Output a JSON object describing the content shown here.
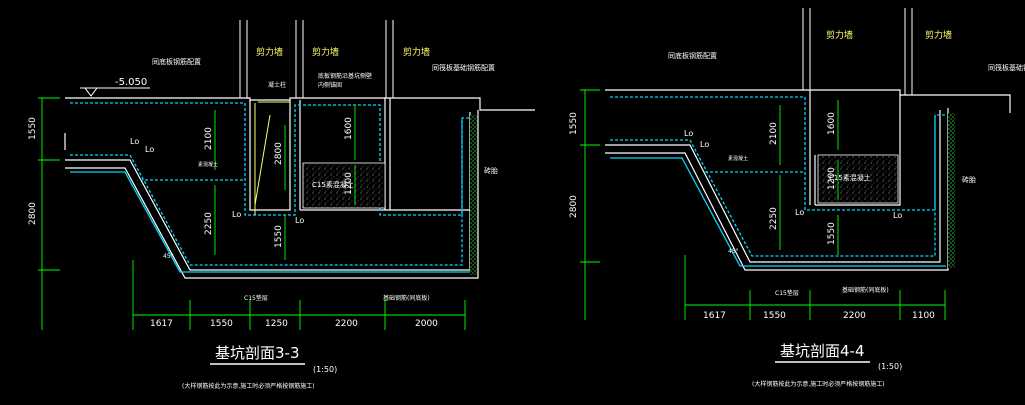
{
  "colors": {
    "background": "#000000",
    "wall": "#ffffff",
    "rebar": "#00d8ff",
    "dim": "#00ff00",
    "text": "#ffffff",
    "note": "#ffff66",
    "hatch": "#ffffff",
    "waterproof": "#33cc33"
  },
  "sections": [
    {
      "id": "s33",
      "title": "基坑剖面3-3",
      "scale": "(1:50)",
      "note": "(大样钢筋按此为示意,施工时必须严格按钢筋施工)",
      "elevation": "-5.050",
      "labels": {
        "wall_left": "剪力墙",
        "wall_right": "剪力墙",
        "wall_far": "剪力墙",
        "slab_left": "同底板钢筋配置",
        "slab_right": "同筏板基础钢筋配置",
        "column_note": "凝土柱",
        "right_note1": "底板钢筋沿基坑侧壁",
        "right_note2": "内侧锚固",
        "fill": "C15素混凝土",
        "cushion": "C15垫层",
        "bottom_note": "基础钢筋(同底板)",
        "side": "砖胎",
        "small": "素混凝土",
        "lo1": "Lo",
        "lo2": "Lo",
        "lo3": "Lo",
        "lo4": "Lo",
        "angle": "45°"
      },
      "vertical_dims": [
        "1550",
        "2800"
      ],
      "inner_dims": [
        "2100",
        "2800",
        "1600",
        "1200",
        "2250",
        "1550"
      ],
      "bottom_dims": [
        "1617",
        "1550",
        "1250",
        "2200",
        "2000"
      ]
    },
    {
      "id": "s44",
      "title": "基坑剖面4-4",
      "scale": "(1:50)",
      "note": "(大样钢筋按此为示意,施工时必须严格按钢筋施工)",
      "labels": {
        "wall_left": "剪力墙",
        "wall_right": "剪力墙",
        "slab_left": "同底板钢筋配置",
        "slab_right": "同筏板基础钢筋配置",
        "fill": "C15素混凝土",
        "cushion": "C15垫层",
        "bottom_note": "基础钢筋(同底板)",
        "side": "砖胎",
        "small": "素混凝土",
        "lo1": "Lo",
        "lo2": "Lo",
        "lo3": "Lo",
        "lo4": "Lo",
        "angle": "45°"
      },
      "vertical_dims": [
        "1550",
        "2800"
      ],
      "inner_dims": [
        "2100",
        "1600",
        "1200",
        "2250",
        "1550"
      ],
      "bottom_dims": [
        "1617",
        "1550",
        "2200",
        "1100"
      ]
    }
  ]
}
